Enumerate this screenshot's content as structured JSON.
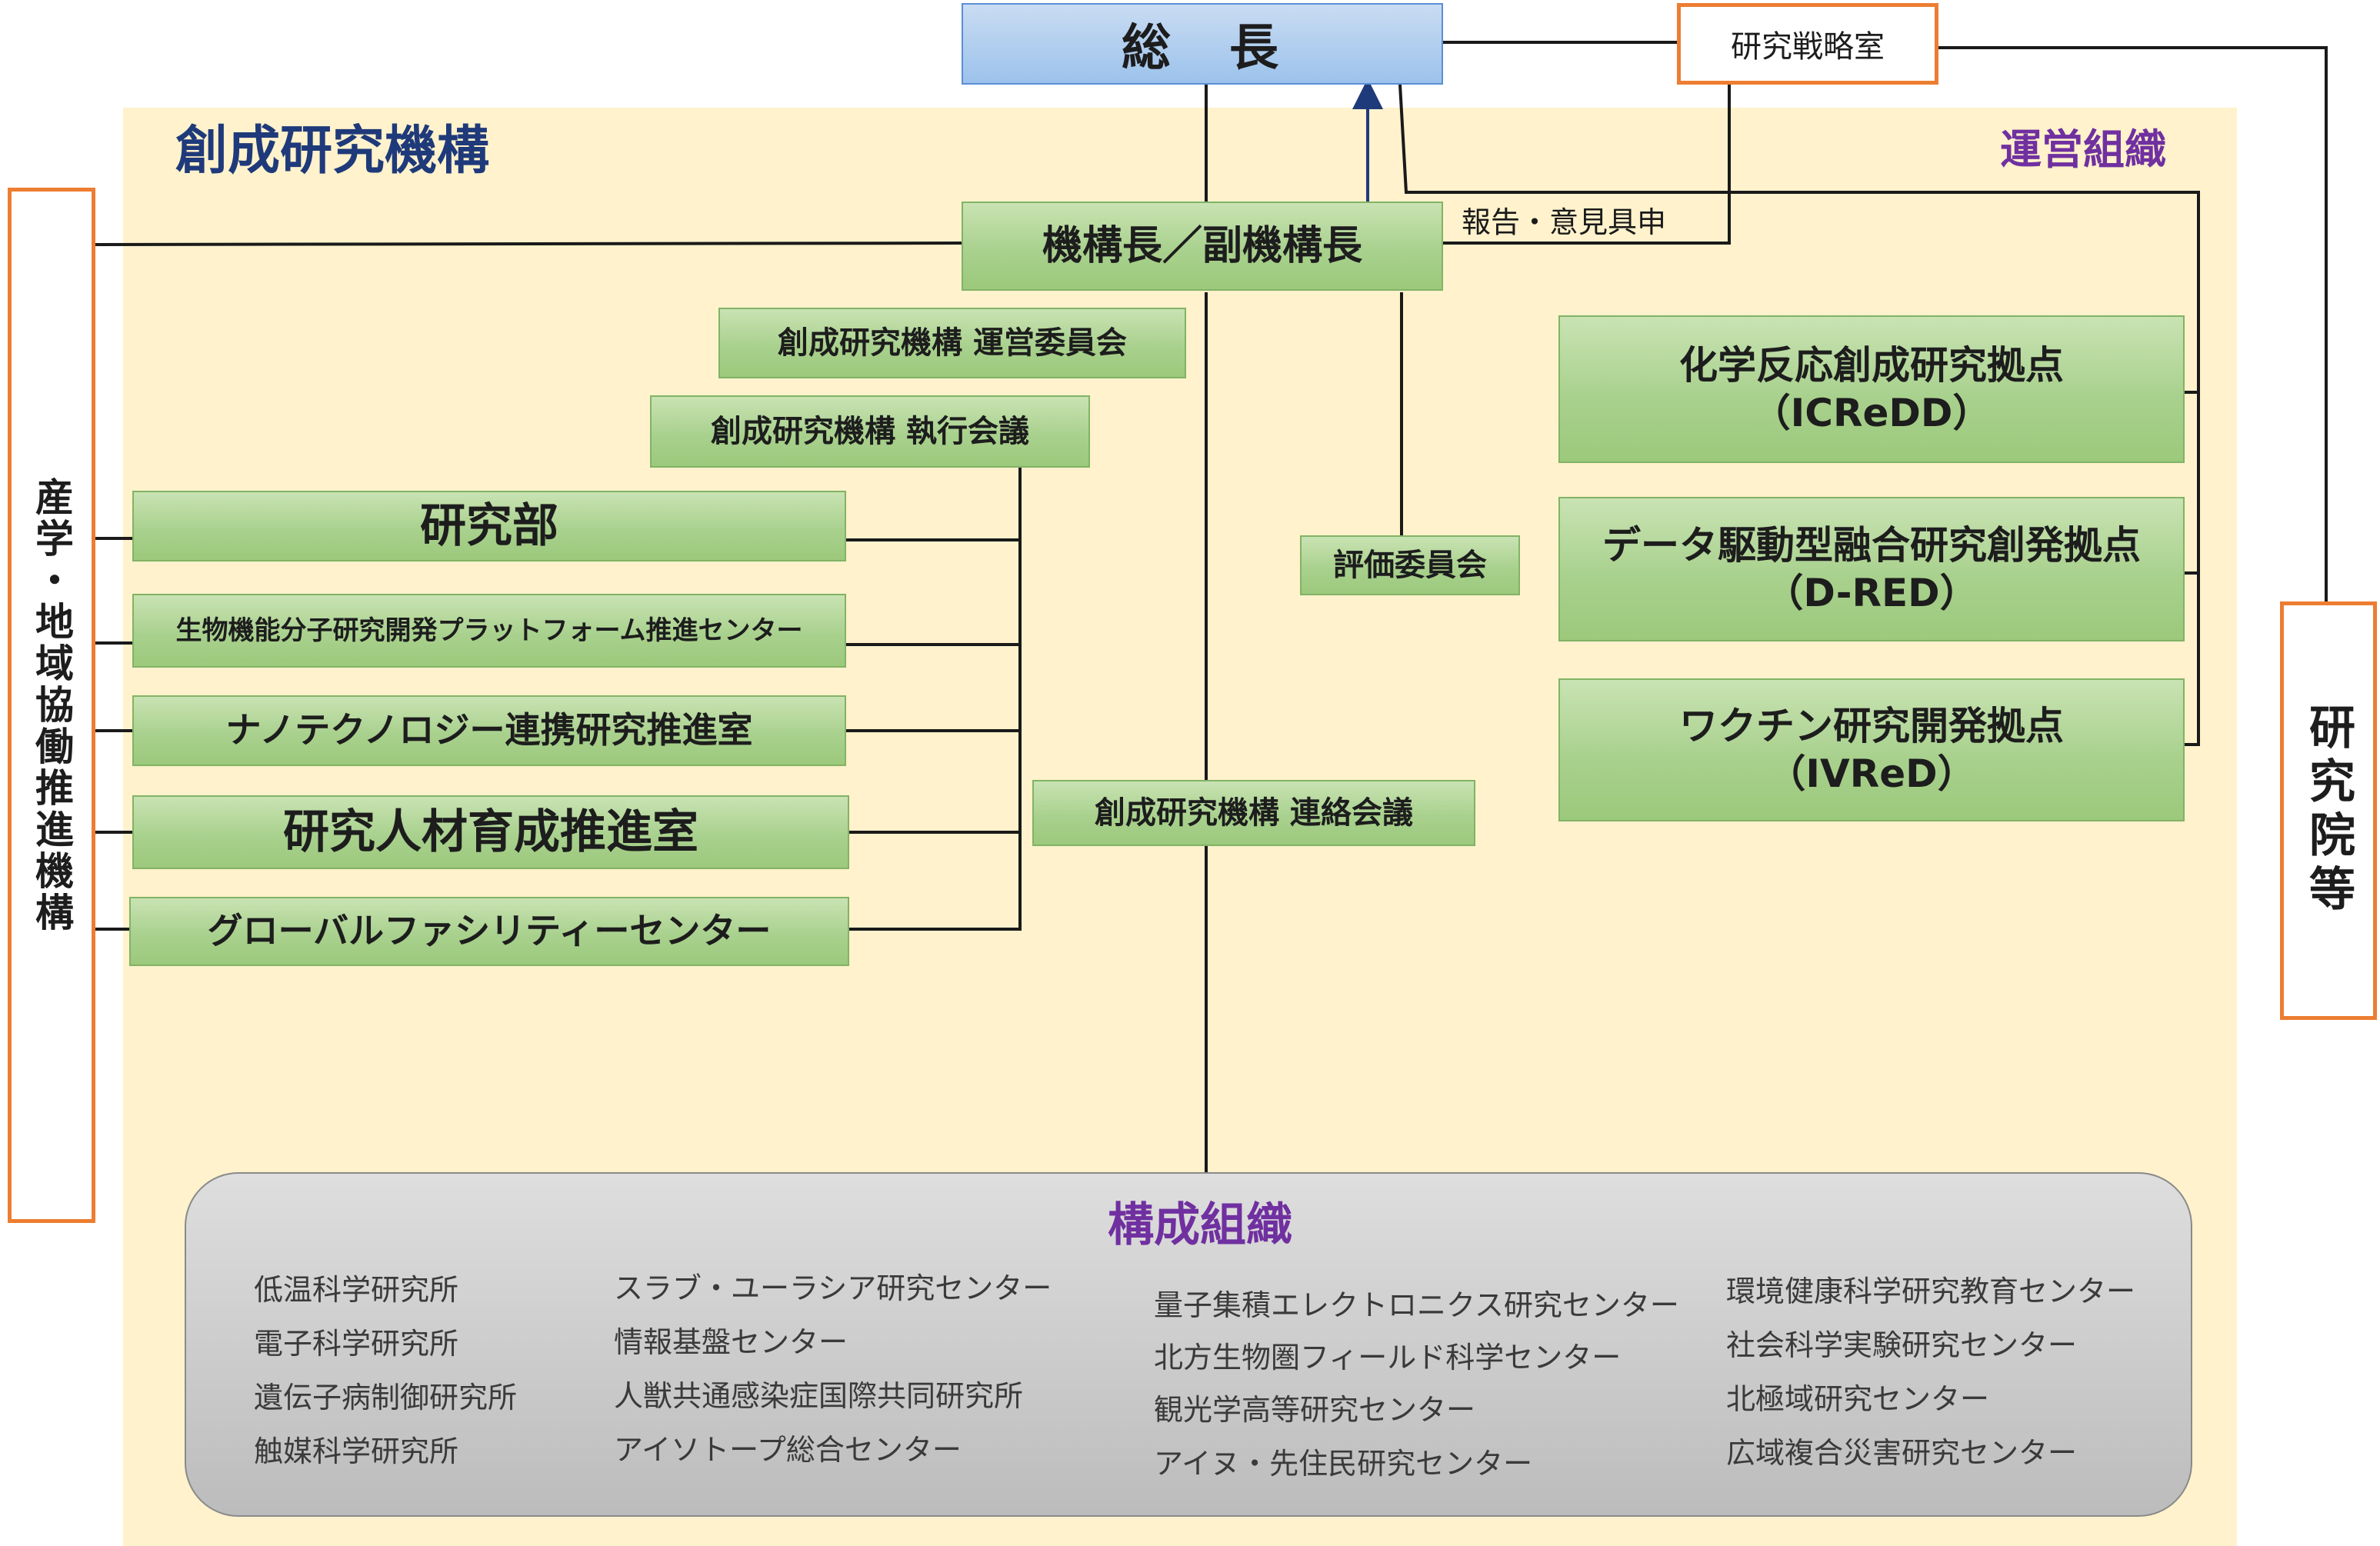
{
  "president": "総　長",
  "strategy_office": "研究戦略室",
  "org_title": "創成研究機構",
  "management_label": "運営組織",
  "report_label": "報告・意見具申",
  "director": "機構長／副機構長",
  "steering_committee": "創成研究機構  運営委員会",
  "executive_council": "創成研究機構  執行会議",
  "evaluation_committee": "評価委員会",
  "liaison_council": "創成研究機構 連絡会議",
  "industry_box": "産学・地域協働推進機構",
  "graduate_box": "研究院等",
  "left_units": [
    "研究部",
    "生物機能分子研究開発プラットフォーム推進センター",
    "ナノテクノロジー連携研究推進室",
    "研究人材育成推進室",
    "グローバルファシリティーセンター"
  ],
  "bases": [
    {
      "name": "化学反応創成研究拠点",
      "abbr": "（ICReDD）"
    },
    {
      "name": "データ駆動型融合研究創発拠点",
      "abbr": "（D-RED）"
    },
    {
      "name": "ワクチン研究開発拠点",
      "abbr": "（IVReD）"
    }
  ],
  "member_title": "構成組織",
  "members": [
    [
      "低温科学研究所",
      "電子科学研究所",
      "遺伝子病制御研究所",
      "触媒科学研究所"
    ],
    [
      "スラブ・ユーラシア研究センター",
      "情報基盤センター",
      "人獣共通感染症国際共同研究所",
      "アイソトープ総合センター"
    ],
    [
      "量子集積エレクトロニクス研究センター",
      "北方生物圏フィールド科学センター",
      "観光学高等研究センター",
      "アイヌ・先住民研究センター"
    ],
    [
      "環境健康科学研究教育センター",
      "社会科学実験研究センター",
      "北極域研究センター",
      "広域複合災害研究センター"
    ]
  ],
  "colors": {
    "title_blue": "#1f3a7a",
    "purple": "#7030a0",
    "orange": "#ed7d31",
    "green": "#a9d18e",
    "cream": "#fff2cc"
  }
}
